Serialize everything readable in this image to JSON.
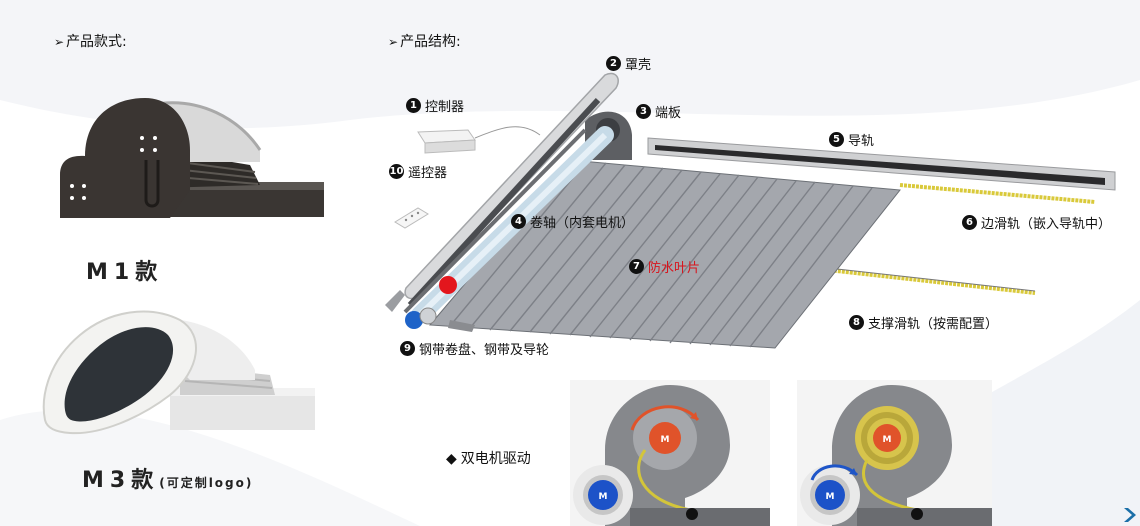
{
  "colors": {
    "background": "#ffffff",
    "wave": "#eef0f5",
    "accent_red": "#d8141c",
    "accent_blue": "#1e63c8",
    "motor_orange": "#e0532a",
    "motor_blue": "#1c52c8",
    "nav_teal": "#1b6fa8"
  },
  "sections": {
    "styles_title": "产品款式:",
    "structure_title": "产品结构:",
    "bullet_arrow": "➢"
  },
  "models": {
    "m1_label": "M1款",
    "m3_label": "M3款",
    "m3_note": "(可定制logo)"
  },
  "callouts": [
    {
      "num": "1",
      "label": "控制器"
    },
    {
      "num": "2",
      "label": "罩壳"
    },
    {
      "num": "3",
      "label": "端板"
    },
    {
      "num": "4",
      "label": "卷轴（内套电机）"
    },
    {
      "num": "5",
      "label": "导轨"
    },
    {
      "num": "6",
      "label": "边滑轨（嵌入导轨中）"
    },
    {
      "num": "7",
      "label": "防水叶片"
    },
    {
      "num": "8",
      "label": "支撑滑轨（按需配置）"
    },
    {
      "num": "9",
      "label": "钢带卷盘、钢带及导轮"
    },
    {
      "num": "10",
      "label": "遥控器"
    }
  ],
  "drive": {
    "bullet": "◆",
    "title": "双电机驱动",
    "motor_label": "M"
  },
  "icons": {
    "nav": "chevron-right-icon"
  }
}
